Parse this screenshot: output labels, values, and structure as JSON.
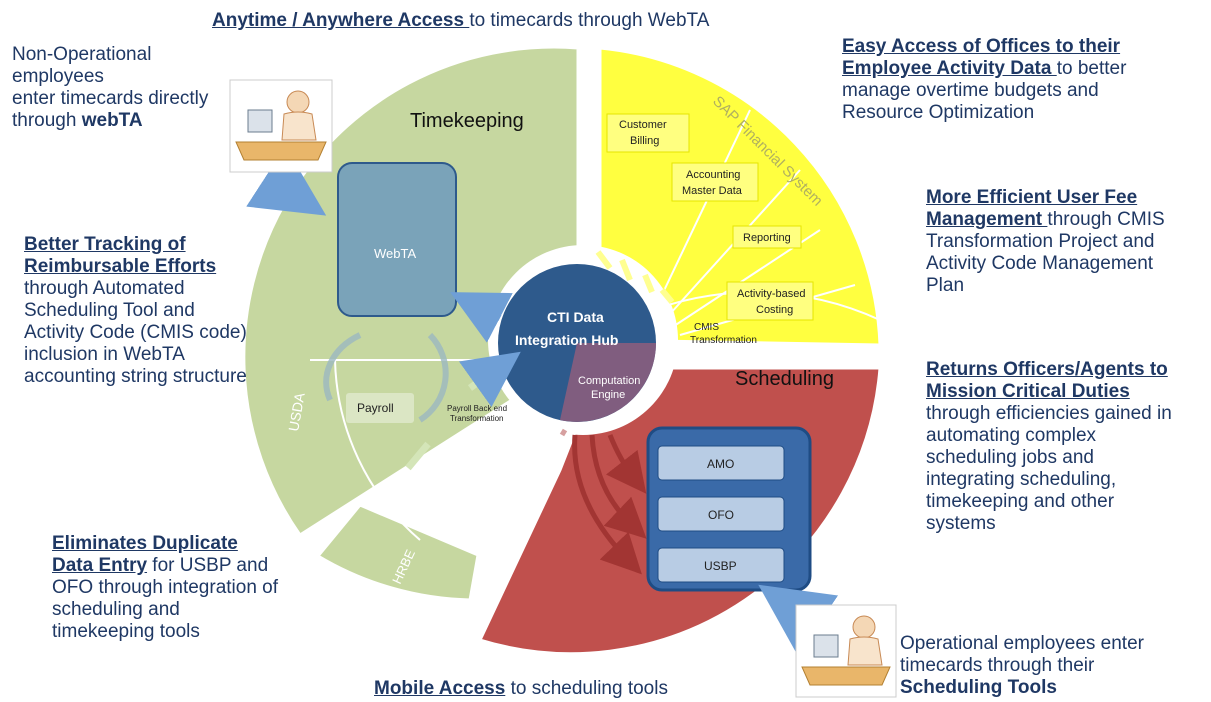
{
  "top_caption": {
    "heading": "Anytime / Anywhere Access ",
    "text": "to timecards through WebTA"
  },
  "nonop_caption": {
    "lines": [
      "Non-Operational",
      "employees",
      "enter timecards directly",
      "through "
    ],
    "bold": "webTA"
  },
  "tracking_caption": {
    "heading1": "Better Tracking of",
    "heading2": "Reimbursable Efforts",
    "lines": [
      "through Automated",
      "Scheduling Tool and",
      "Activity Code (CMIS code)",
      "inclusion in WebTA",
      "accounting string structure"
    ]
  },
  "duplicate_caption": {
    "heading1": "Eliminates Duplicate",
    "heading2": "Data Entry",
    "tail": " for USBP and",
    "lines": [
      "OFO through integration of",
      "scheduling and",
      "timekeeping tools"
    ]
  },
  "mobile_caption": {
    "heading": "Mobile Access",
    "text": " to scheduling tools"
  },
  "offices_caption": {
    "heading1": "Easy Access of Offices to their",
    "heading2": "Employee Activity Data ",
    "tail": "to better",
    "lines": [
      "manage overtime budgets and",
      "Resource Optimization"
    ]
  },
  "userfee_caption": {
    "heading1": "More Efficient User Fee",
    "heading2": "Management ",
    "tail": "through CMIS",
    "lines": [
      "Transformation Project and",
      "Activity Code Management",
      "Plan"
    ]
  },
  "returns_caption": {
    "heading1": "Returns Officers/Agents to",
    "heading2": "Mission Critical Duties",
    "lines": [
      "through efficiencies gained in",
      "automating complex",
      "scheduling jobs and",
      "integrating scheduling,",
      "timekeeping and other",
      "systems"
    ]
  },
  "operational_caption": {
    "lines": [
      "Operational employees enter",
      "timecards through their"
    ],
    "bold": "Scheduling Tools"
  },
  "timekeeping": {
    "title": "Timekeeping",
    "webta": "WebTA",
    "payroll": "Payroll",
    "payroll_transform_1": "Payroll Back end",
    "payroll_transform_2": "Transformation",
    "usda": "USDA",
    "hrbe": "HRBE"
  },
  "sap": {
    "title": "SAP Financial System",
    "customer_billing_1": "Customer",
    "customer_billing_2": "Billing",
    "accounting_1": "Accounting",
    "accounting_2": "Master Data",
    "reporting": "Reporting",
    "activity_1": "Activity-based",
    "activity_2": "Costing",
    "cmis_1": "CMIS",
    "cmis_2": "Transformation"
  },
  "hub": {
    "line1": "CTI Data",
    "line2": "Integration Hub",
    "engine1": "Computation",
    "engine2": "Engine"
  },
  "scheduling": {
    "title": "Scheduling",
    "items": [
      "AMO",
      "OFO",
      "USBP"
    ]
  },
  "colors": {
    "timekeeping": "#c6d7a0",
    "sap": "#ffff40",
    "scheduling": "#c0504d",
    "hub": "#2e5a8c",
    "heading": "#1f3864"
  }
}
